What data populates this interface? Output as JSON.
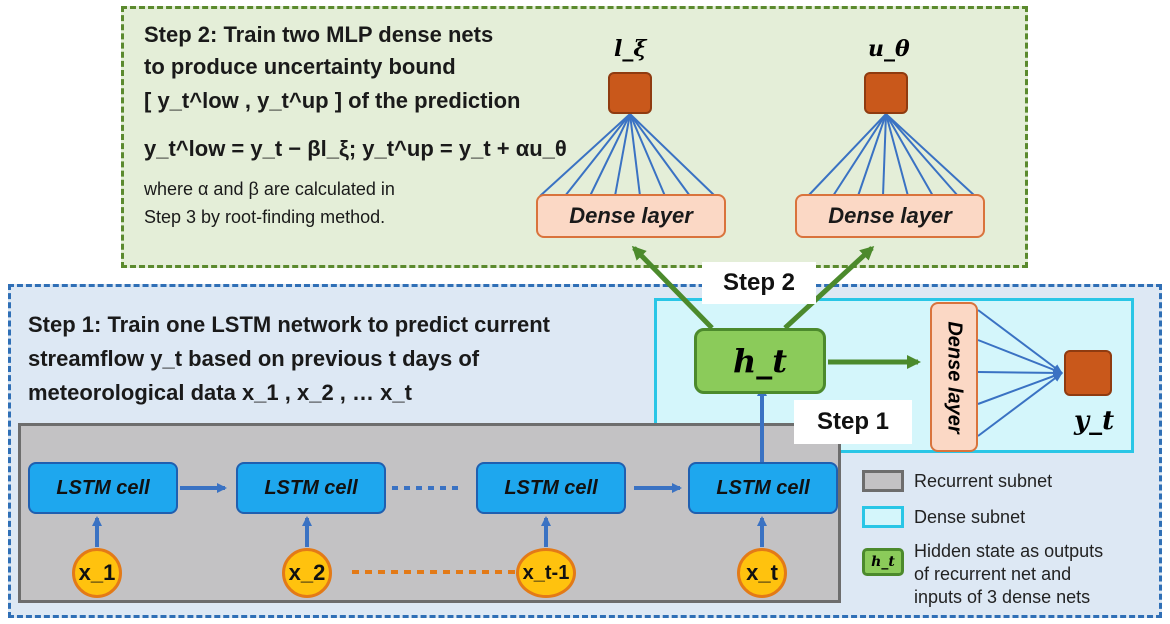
{
  "step2": {
    "line1": "Step 2: Train two MLP dense nets",
    "line2": "to produce uncertainty bound",
    "line3": "[ y_t^low , y_t^up ] of the prediction",
    "formula": "y_t^low = y_t − βl_ξ;  y_t^up = y_t + αu_θ",
    "note1": "where α and β are calculated in",
    "note2": "Step 3 by root-finding method.",
    "out_left": "l_ξ",
    "out_right": "u_θ",
    "dense_left": "Dense layer",
    "dense_right": "Dense layer"
  },
  "step1": {
    "line1": "Step 1: Train one LSTM network to predict current",
    "line2": "streamflow  y_t  based on previous t days of",
    "line3": "meteorological data x_1 , x_2 , … x_t"
  },
  "labels": {
    "step2_box": "Step 2",
    "step1_box": "Step 1",
    "hidden": "h_t",
    "dense_vertical": "Dense layer",
    "output": "y_t"
  },
  "lstm_cells": [
    "LSTM cell",
    "LSTM cell",
    "LSTM cell",
    "LSTM cell"
  ],
  "inputs": [
    "x_1",
    "x_2",
    "x_t-1",
    "x_t"
  ],
  "legend": {
    "recurrent": "Recurrent subnet",
    "dense": "Dense subnet",
    "hidden_sw": "h_t",
    "hidden_line1": "Hidden state as outputs",
    "hidden_line2": "of recurrent net and",
    "hidden_line3": "inputs of 3 dense nets"
  },
  "colors": {
    "step2_fill": "#e4eed8",
    "step1_fill": "#dde8f4",
    "dense_subnet": "#d4f6fb",
    "recurrent_subnet": "#c3c2c4",
    "lstm_cell": "#1ea7ee",
    "hidden_state": "#8bcb5a",
    "output_node": "#c9581b",
    "input_node": "#ffc20e"
  }
}
